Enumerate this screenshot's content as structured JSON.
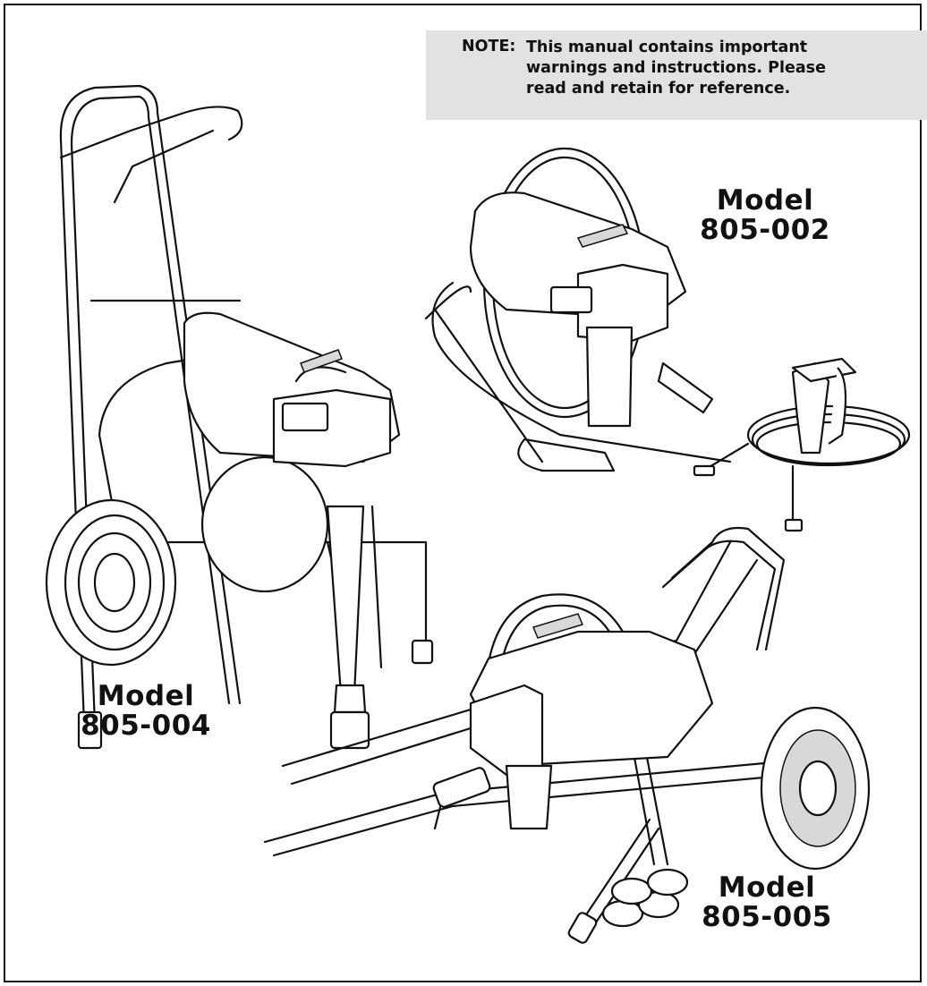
{
  "note": {
    "label": "NOTE:",
    "text": "This manual contains important warnings and instructions. Please read and retain for reference."
  },
  "models": [
    {
      "word": "Model",
      "number": "805-002"
    },
    {
      "word": "Model",
      "number": "805-004"
    },
    {
      "word": "Model",
      "number": "805-005"
    }
  ],
  "icons": [
    "cart-sprayer-805-004-illustration",
    "stand-sprayer-805-002-illustration",
    "spray-gun-hose-illustration",
    "lowboy-sprayer-805-005-illustration"
  ]
}
